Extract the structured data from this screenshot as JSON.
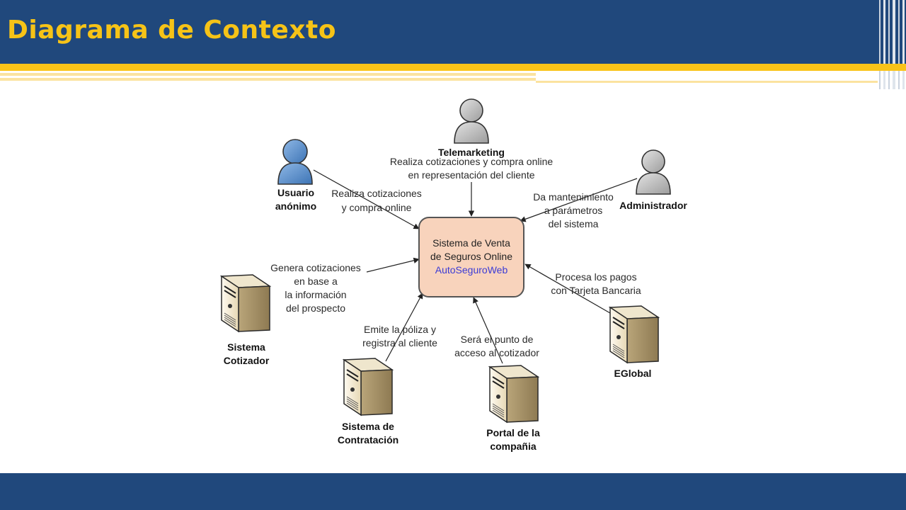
{
  "slide": {
    "title": "Diagrama de Contexto"
  },
  "diagram": {
    "system": {
      "line1": "Sistema de Venta",
      "line2": "de Seguros Online",
      "name": "AutoSeguroWeb"
    },
    "actors": {
      "telemarketing": "Telemarketing",
      "usuario": [
        "Usuario",
        "anónimo"
      ],
      "administrador": "Administrador"
    },
    "servers": {
      "cotizador": [
        "Sistema",
        "Cotizador"
      ],
      "contratacion": [
        "Sistema de",
        "Contratación"
      ],
      "portal": [
        "Portal de la",
        "compañia"
      ],
      "eglobal": "EGlobal"
    },
    "flows": {
      "telemarketing": [
        "Realiza cotizaciones y compra online",
        "en representación del cliente"
      ],
      "usuario": [
        "Realiza cotizaciones",
        "y compra online"
      ],
      "administrador": [
        "Da mantenimiento",
        "a parámetros",
        "del sistema"
      ],
      "cotizador": [
        "Genera cotizaciones",
        "en base a",
        "la información",
        "del prospecto"
      ],
      "contratacion": [
        "Emite la póliza y",
        "registra al cliente"
      ],
      "portal": [
        "Será el punto de",
        "acceso al cotizador"
      ],
      "eglobal": [
        "Procesa los pagos",
        "con Tarjeta Bancaria"
      ]
    }
  }
}
